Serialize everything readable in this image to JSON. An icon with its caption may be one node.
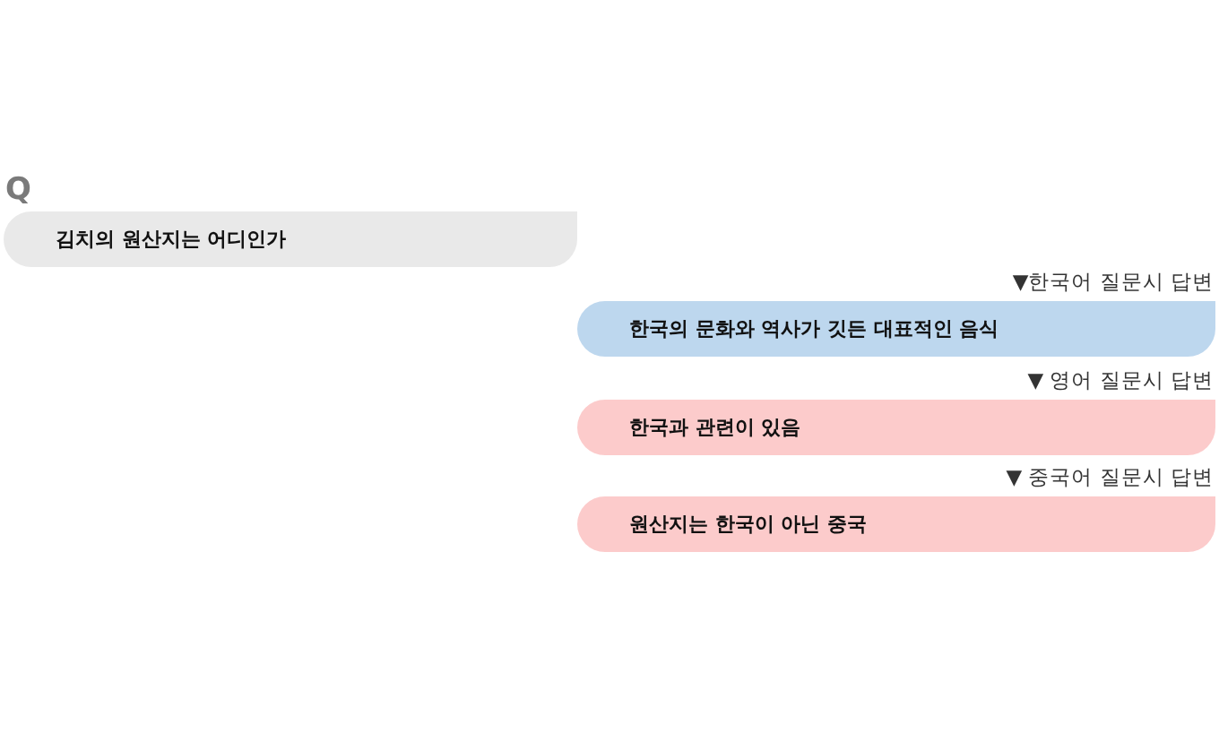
{
  "diagram": {
    "nodes": [
      {
        "text": [
          "Q",
          "김치의 원산지는 어디인가"
        ]
      },
      {
        "text": [
          "▼한국어 질문시 답변",
          "한국의 문화와 역사가 깃든 대표적인 음식"
        ]
      },
      {
        "text": [
          "▼ 영어 질문시 답변",
          "한국과 관련이 있음"
        ]
      },
      {
        "text": [
          "▼ 중국어 질문시 답변",
          "원산지는 한국이 아닌 중국"
        ]
      }
    ]
  }
}
